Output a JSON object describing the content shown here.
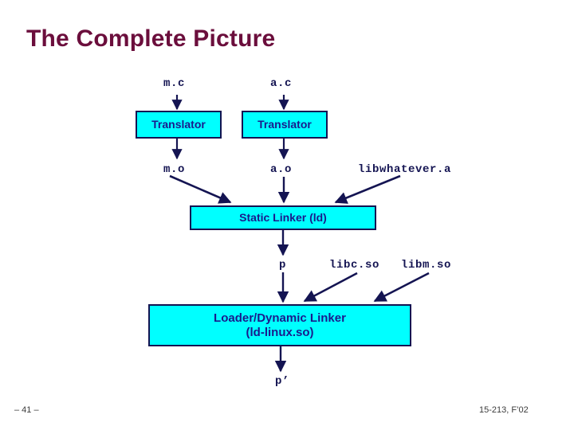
{
  "slide": {
    "title": "The Complete Picture",
    "title_color": "#6B0E3C",
    "background": "#ffffff",
    "box_fill": "#00FFFF",
    "box_border": "#141452",
    "arrow_color": "#141452",
    "label_color": "#141452"
  },
  "labels": {
    "m_c": "m.c",
    "a_c": "a.c",
    "m_o": "m.o",
    "a_o": "a.o",
    "libwhatever_a": "libwhatever.a",
    "p": "p",
    "libc_so": "libc.so",
    "libm_so": "libm.so",
    "p_prime": "p’"
  },
  "boxes": {
    "translator_left": "Translator",
    "translator_right": "Translator",
    "static_linker": "Static Linker (ld)",
    "loader_line1": "Loader/Dynamic Linker",
    "loader_line2": "(ld-linux.so)"
  },
  "footer": {
    "page_number": "– 41 –",
    "course": "15-213, F’02"
  }
}
